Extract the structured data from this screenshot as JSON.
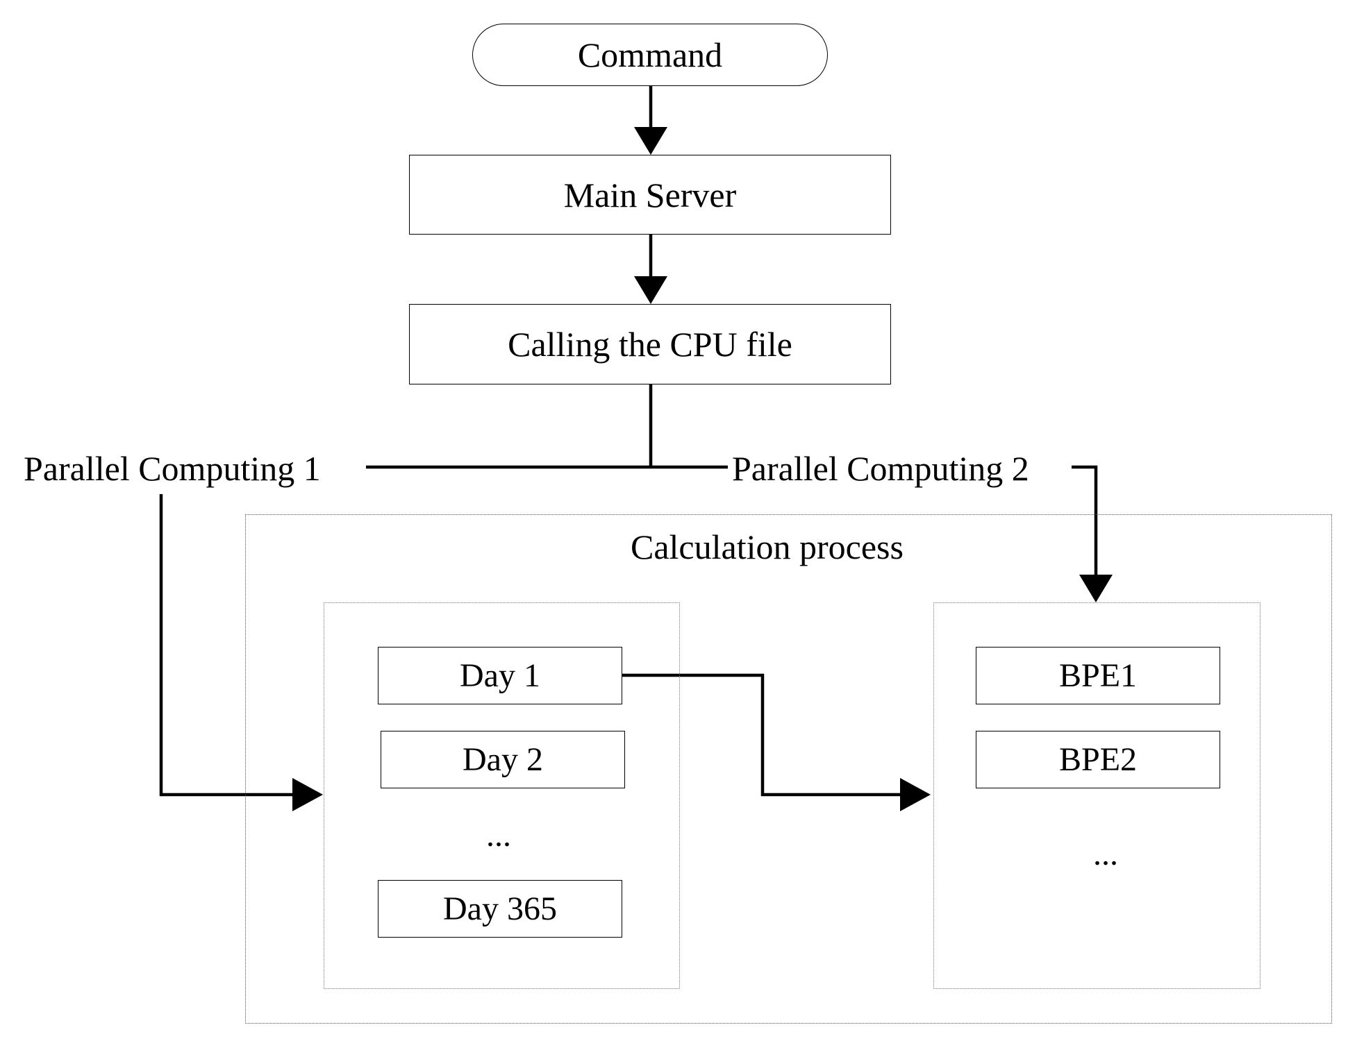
{
  "diagram": {
    "command": "Command",
    "main_server": "Main Server",
    "calling": "Calling the CPU file",
    "parallel_1": "Parallel Computing 1",
    "parallel_2": "Parallel Computing 2",
    "calculation_process": "Calculation process",
    "days": [
      "Day 1",
      "Day 2",
      "Day 365"
    ],
    "days_ellipsis": "...",
    "bpes": [
      "BPE1",
      "BPE2"
    ],
    "bpes_ellipsis": "..."
  }
}
